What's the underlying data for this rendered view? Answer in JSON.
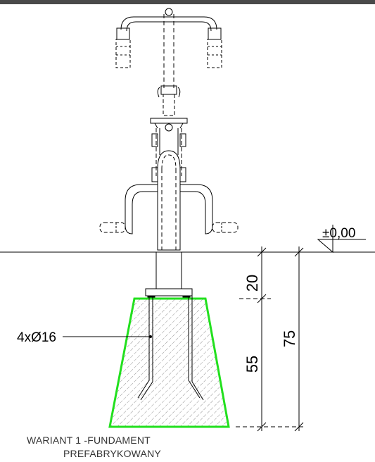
{
  "labels": {
    "level_mark": "±0,00",
    "dim_top": "20",
    "dim_bottom": "55",
    "dim_total": "75",
    "rebar": "4xØ16",
    "caption_line1": "WARIANT 1 -FUNDAMENT",
    "caption_line2": "PREFABRYKOWANY"
  },
  "colors": {
    "foundation_outline": "#22e01e",
    "line": "#000000",
    "hatch": "#555555",
    "caption": "#333333"
  }
}
